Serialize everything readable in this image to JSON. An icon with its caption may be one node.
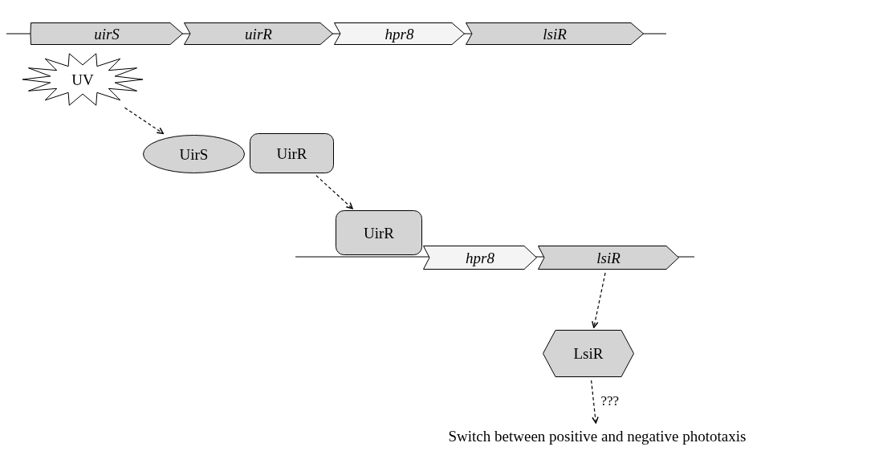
{
  "diagram": {
    "nodes": [
      {
        "text": [
          "uirS"
        ]
      },
      {
        "text": [
          "uirR"
        ]
      },
      {
        "text": [
          "hpr8"
        ]
      },
      {
        "text": [
          "lsiR"
        ]
      },
      {
        "text": [
          "UV"
        ]
      },
      {
        "text": [
          "UirS"
        ]
      },
      {
        "text": [
          "UirR"
        ]
      },
      {
        "text": [
          "UirR"
        ]
      },
      {
        "text": [
          "hpr8"
        ]
      },
      {
        "text": [
          "lsiR"
        ]
      },
      {
        "text": [
          "LsiR"
        ]
      },
      {
        "text": [
          "Switch between positive and negative phototaxis"
        ]
      }
    ],
    "edges": [
      {
        "from": 4,
        "to": 5,
        "arrow": "to",
        "style": "dashed"
      },
      {
        "from": 6,
        "to": 7,
        "arrow": "to",
        "style": "dashed"
      },
      {
        "from": 9,
        "to": 10,
        "arrow": "to",
        "style": "dashed"
      },
      {
        "from": 10,
        "to": 11,
        "arrow": "to",
        "style": "dashed",
        "label": "???"
      }
    ]
  }
}
